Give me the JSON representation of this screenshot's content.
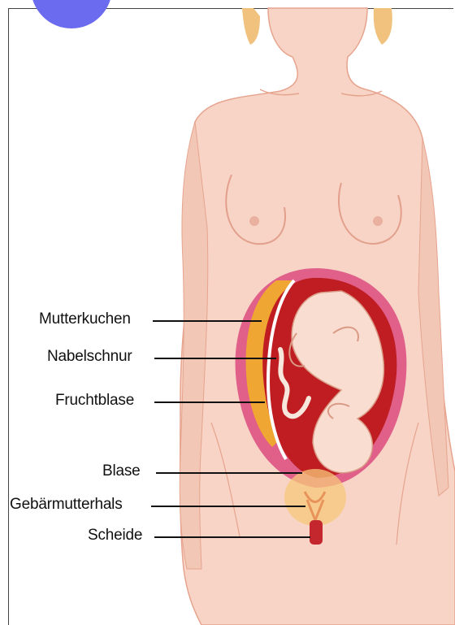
{
  "labels": {
    "placenta": "Mutterkuchen",
    "umbilical_cord": "Nabelschnur",
    "amniotic_sac": "Fruchtblase",
    "bladder": "Blase",
    "cervix": "Gebärmutterhals",
    "vagina": "Scheide"
  },
  "colors": {
    "skin": "#f7d4c6",
    "skin_shadow": "#eab39f",
    "hair": "#f0c27e",
    "uterus_wall": "#e0608a",
    "amniotic_fluid": "#c01d22",
    "placenta": "#f0a633",
    "fetus": "#f9ddd0",
    "bladder": "#f7c879",
    "badge": "#6b6bf0"
  }
}
